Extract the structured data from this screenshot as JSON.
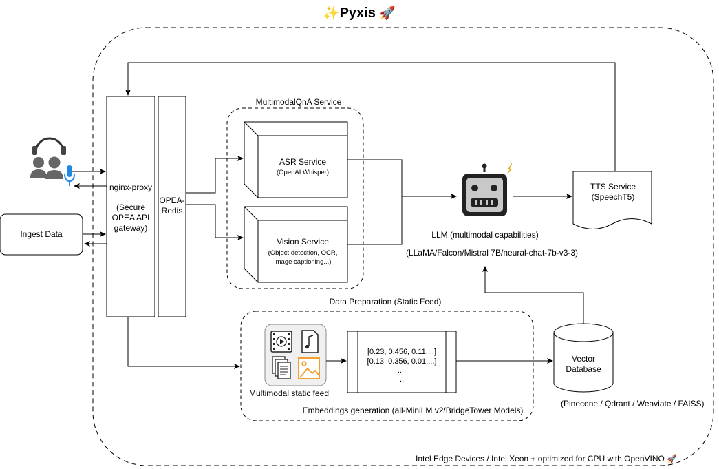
{
  "title": {
    "prefix_icon": "sparkles-icon",
    "text": "Pyxis",
    "suffix_icon": "rocket-icon"
  },
  "nodes": {
    "nginx": {
      "line1": "nginx-proxy",
      "line2": "(Secure OPEA API gateway)"
    },
    "redis": {
      "label": "OPEA-Redis"
    },
    "ingest": {
      "label": "Ingest Data"
    },
    "qna_group": {
      "label": "MultimodalQnA Service"
    },
    "asr": {
      "label": "ASR Service",
      "detail": "(OpenAI Whisper)"
    },
    "vision": {
      "label": "Vision Service",
      "detail": "(Object detection, OCR, image captioning...)"
    },
    "llm": {
      "label": "LLM (multimodal capabilities)",
      "models": "(LLaMA/Falcon/Mistral 7B/neural-chat-7b-v3-3)"
    },
    "tts": {
      "label": "TTS Service (SpeechT5)"
    },
    "data_prep": {
      "label": "Data Preparation (Static Feed)"
    },
    "static_feed": {
      "label": "Multimodal static feed"
    },
    "embeddings": {
      "row1": "[0.23, 0.456, 0.11....]",
      "row2": "[0.13, 0.356, 0.01....]",
      "row3": "....",
      "row4": "..",
      "label": "Embeddings generation (all-MiniLM v2/BridgeTower Models)"
    },
    "vector_db": {
      "label": "Vector Database",
      "providers": "(Pinecone / Qdrant / Weaviate / FAISS)"
    }
  },
  "footer": {
    "text": "Intel Edge Devices / Intel Xeon + optimized for CPU with OpenVINO",
    "icon": "rocket-icon"
  },
  "colors": {
    "line": "#000000",
    "mic_blue": "#1e88e5",
    "user_gray": "#666666",
    "robot_yellow": "#f5c518",
    "image_orange": "#f0a030",
    "panel_gray": "#f0f0f0"
  }
}
